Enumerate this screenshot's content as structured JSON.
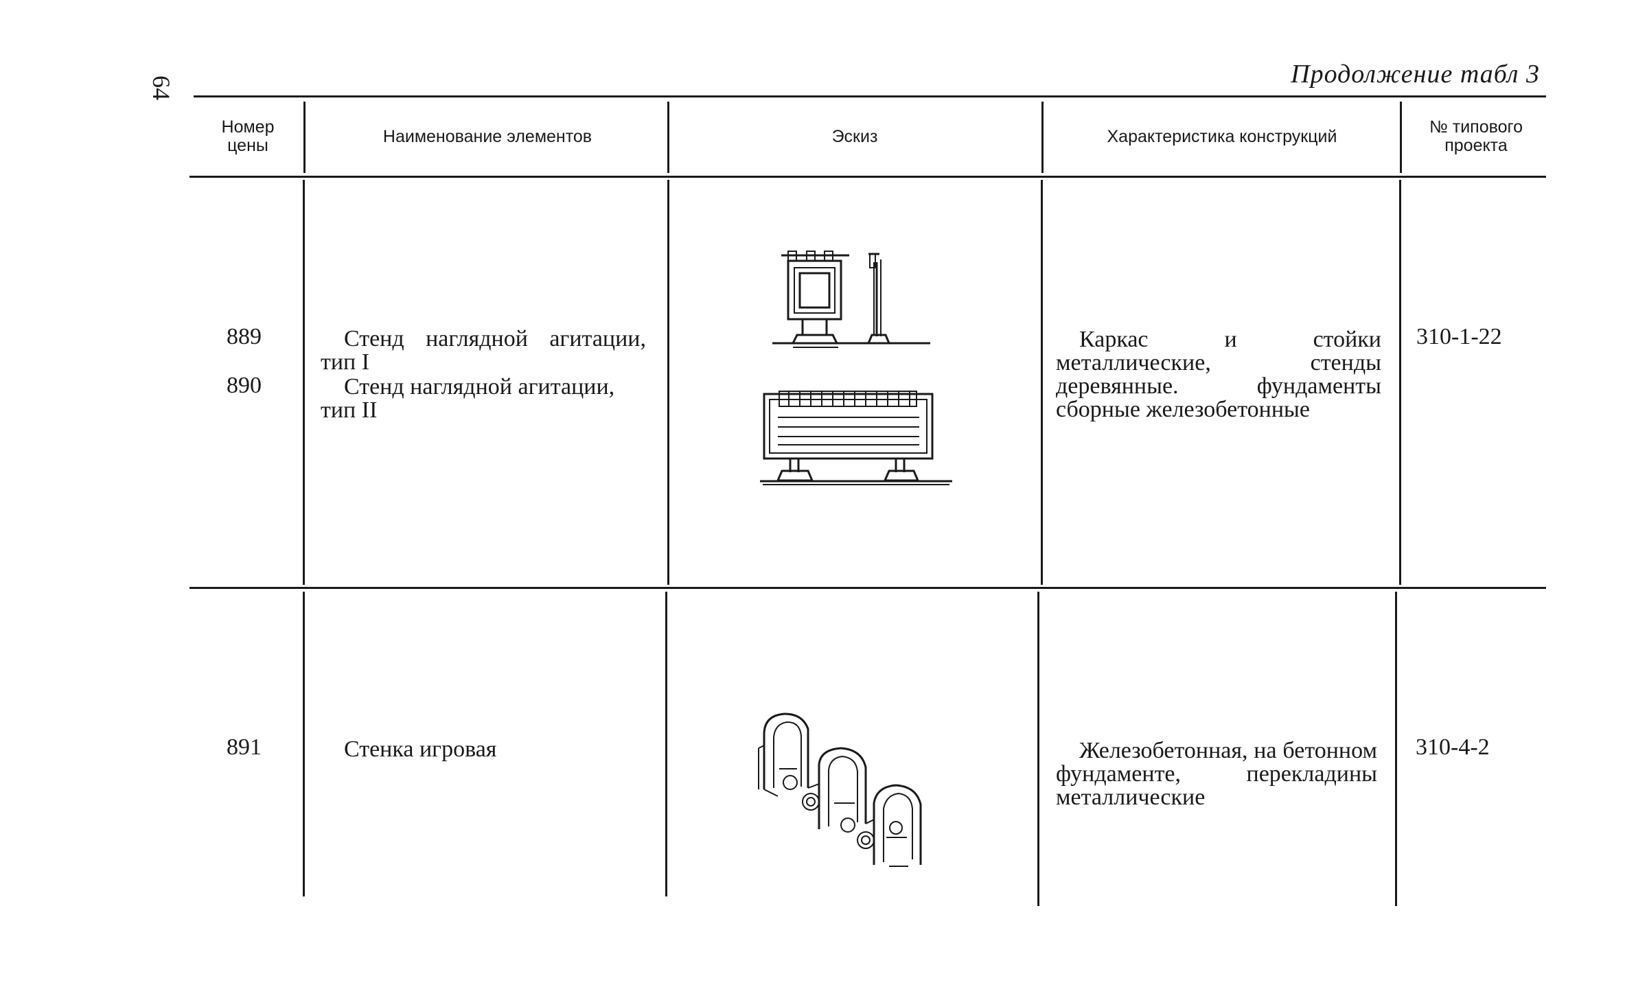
{
  "page_number": "64",
  "caption": "Продолжение табл 3",
  "headers": {
    "col1": "Номер цены",
    "col2": "Наименование элементов",
    "col3": "Эскиз",
    "col4": "Характеристика конструкций",
    "col5": "№ типового проекта"
  },
  "rows": [
    {
      "number_a": "889",
      "number_b": "890",
      "name_a": "Стенд наглядной агитации, тип I",
      "name_b": "Стенд наглядной агитации, тип II",
      "characteristic": "Каркас и стойки металлические, стенды деревянные. фундаменты сборные железобетонные",
      "project": "310-1-22",
      "sketch_icon": "agitation-stands-sketch"
    },
    {
      "number_a": "891",
      "name_a": "Стенка игровая",
      "characteristic": "Железобетонная, на бетонном фундаменте, перекладины металлические",
      "project": "310-4-2",
      "sketch_icon": "play-wall-sketch"
    }
  ]
}
